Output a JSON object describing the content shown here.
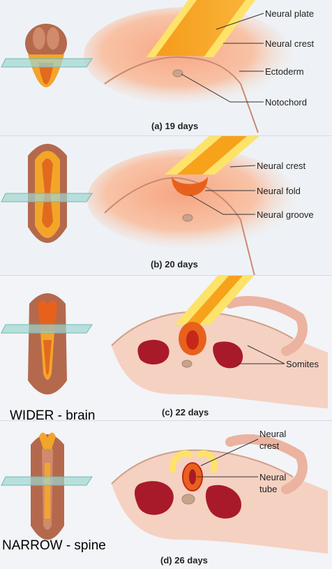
{
  "panels": [
    {
      "caption": "(a) 19 days",
      "labels": [
        "Neural plate",
        "Neural crest",
        "Ectoderm",
        "Notochord"
      ]
    },
    {
      "caption": "(b) 20 days",
      "labels": [
        "Neural crest",
        "Neural fold",
        "Neural groove"
      ]
    },
    {
      "caption": "(c) 22 days",
      "labels": [
        "Somites"
      ],
      "note": "WIDER - brain"
    },
    {
      "caption": "(d) 26 days",
      "labels": [
        "Neural crest",
        "Neural tube"
      ],
      "note": "NARROW - spine"
    }
  ],
  "colors": {
    "background": "#eef2f6",
    "ectoderm": "#f7b08f",
    "neural_plate": "#f7a21b",
    "neural_crest": "#fde36a",
    "groove": "#e8611c",
    "somite": "#a81a2a",
    "notochord": "#c9a38c",
    "glass": "#9fd6d0"
  }
}
